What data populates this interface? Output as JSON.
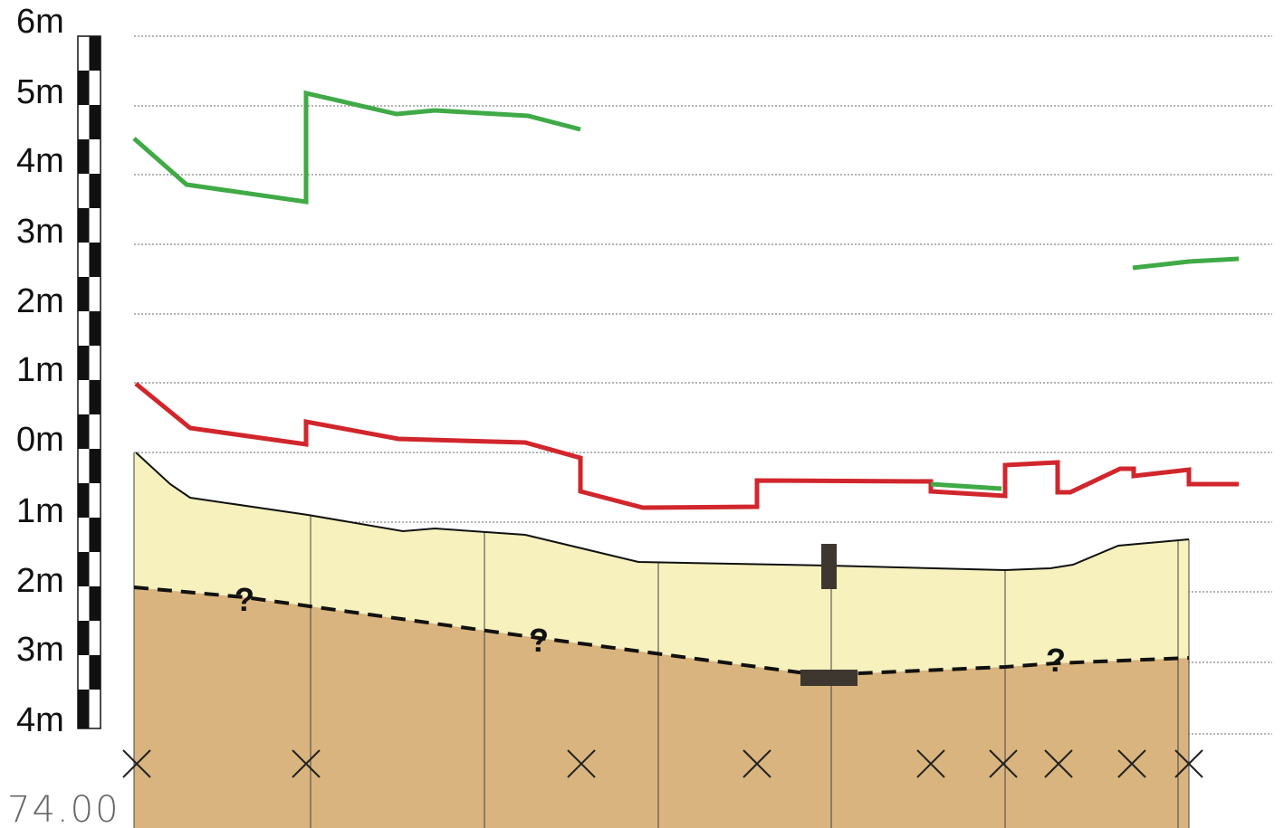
{
  "scale": {
    "labels": [
      "6m",
      "5m",
      "4m",
      "3m",
      "2m",
      "1m",
      "0m",
      "1m",
      "2m",
      "3m",
      "4m"
    ]
  },
  "reference_level": "74.00",
  "uncertainty_marks": [
    "?",
    "?",
    "?"
  ],
  "colors": {
    "background": "#ffffff",
    "green_line": "#3faa46",
    "red_line": "#d1262c",
    "upper_fill": "#f6f1bd",
    "lower_fill": "#d9b47e",
    "profile_line": "#111111",
    "gridline": "#9a9a9a",
    "marker": "#3e3730",
    "reference_text": "#666666"
  },
  "icons": {
    "column_marker": "x-cross-icon",
    "vertical_marker": "dark-bar",
    "horizontal_marker": "dark-bar"
  },
  "legend": "none",
  "grid": "dotted horizontal lines at each 1 m interval"
}
